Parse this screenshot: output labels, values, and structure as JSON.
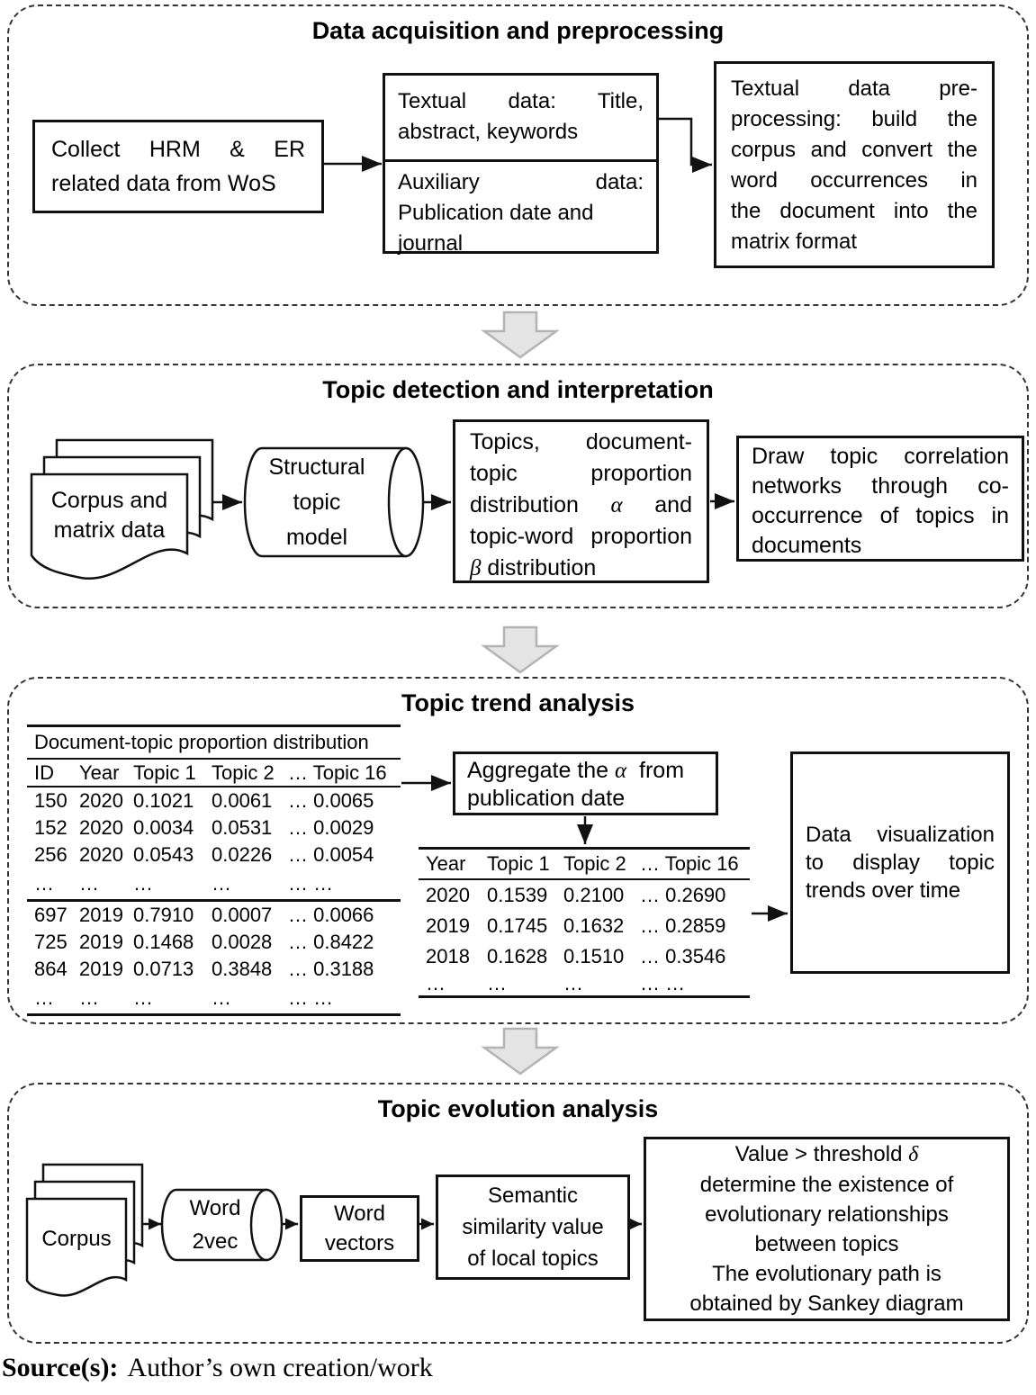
{
  "source": {
    "label": "Source(s):",
    "text": "Author’s own creation/work"
  },
  "s1": {
    "title": "Data acquisition and preprocessing",
    "collect": {
      "l1": "Collect HRM & ER",
      "l2": "related data from WoS"
    },
    "textual": {
      "l1": "Textual data: Title,",
      "l2": "abstract, keywords"
    },
    "auxiliary": {
      "l1": "Auxiliary data:",
      "l2": "Publication date and",
      "l3": "journal"
    },
    "preprocess": {
      "l1": "Textual data pre-",
      "l2": "processing: build the",
      "l3": "corpus and convert the",
      "l4": "word occurrences in",
      "l5": "the document into the",
      "l6": "matrix format"
    }
  },
  "s2": {
    "title": "Topic detection and interpretation",
    "stack": {
      "l1": "Corpus and",
      "l2": "matrix data"
    },
    "cylinder": {
      "l1": "Structural",
      "l2": "topic",
      "l3": "model"
    },
    "topics": {
      "l1": "Topics, document-",
      "l2": "topic proportion",
      "l3a": "distribution ",
      "l3g": "α",
      "l3b": " and",
      "l4": "topic-word proportion",
      "l5g": "β",
      "l5b": " distribution"
    },
    "networks": {
      "l1": "Draw topic correlation",
      "l2": "networks through co-",
      "l3": "occurrence of topics in",
      "l4": "documents"
    }
  },
  "s3": {
    "title": "Topic trend analysis",
    "doc_table": {
      "caption": "Document-topic proportion distribution",
      "headers": [
        "ID",
        "Year",
        "Topic 1",
        "Topic 2",
        "… Topic 16"
      ],
      "rows": [
        [
          "150",
          "2020",
          "0.1021",
          "0.0061",
          "… 0.0065"
        ],
        [
          "152",
          "2020",
          "0.0034",
          "0.0531",
          "… 0.0029"
        ],
        [
          "256",
          "2020",
          "0.0543",
          "0.0226",
          "… 0.0054"
        ],
        [
          "…",
          "…",
          "…",
          "…",
          "… …"
        ],
        [
          "697",
          "2019",
          "0.7910",
          "0.0007",
          "… 0.0066"
        ],
        [
          "725",
          "2019",
          "0.1468",
          "0.0028",
          "… 0.8422"
        ],
        [
          "864",
          "2019",
          "0.0713",
          "0.3848",
          "… 0.3188"
        ],
        [
          "…",
          "…",
          "…",
          "…",
          "… …"
        ]
      ]
    },
    "aggregate": {
      "l1a": "Aggregate the ",
      "l1g": "α",
      "l1b": "  from",
      "l2": "publication date"
    },
    "year_table": {
      "headers": [
        "Year",
        "Topic 1",
        "Topic 2",
        "… Topic 16"
      ],
      "rows": [
        [
          "2020",
          "0.1539",
          "0.2100",
          "… 0.2690"
        ],
        [
          "2019",
          "0.1745",
          "0.1632",
          "… 0.2859"
        ],
        [
          "2018",
          "0.1628",
          "0.1510",
          "… 0.3546"
        ],
        [
          "…",
          "…",
          "…",
          "… …"
        ]
      ]
    },
    "viz": {
      "l1": "Data visualization",
      "l2": "to display  topic",
      "l3": "trends over time"
    }
  },
  "s4": {
    "title": "Topic evolution analysis",
    "stack": {
      "l1": "Corpus"
    },
    "cylinder": {
      "l1": "Word",
      "l2": "2vec"
    },
    "vectors": {
      "l1": "Word",
      "l2": "vectors"
    },
    "semantic": {
      "l1": "Semantic",
      "l2": "similarity value",
      "l3": "of local topics"
    },
    "threshold": {
      "l1a": "Value > threshold ",
      "l1g": "δ",
      "l2": "determine the existence of",
      "l3": "evolutionary relationships",
      "l4": "between topics",
      "l5": "The evolutionary path is",
      "l6": "obtained by Sankey diagram"
    }
  }
}
